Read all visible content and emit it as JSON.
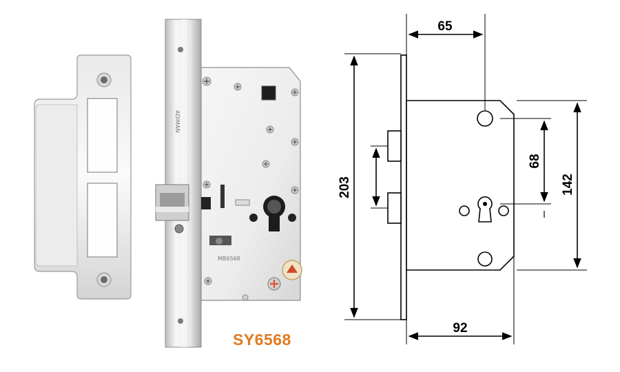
{
  "product": {
    "model_label": "SY6568",
    "body_engraving": "MB6568",
    "faceplate_engraving": "ADIMAN"
  },
  "drawing": {
    "dimensions": [
      {
        "id": "backset",
        "value": "65"
      },
      {
        "id": "overall-height",
        "value": "203"
      },
      {
        "id": "center-distance",
        "value": "68"
      },
      {
        "id": "case-height",
        "value": "142"
      },
      {
        "id": "case-width",
        "value": "92"
      }
    ]
  },
  "colors": {
    "accent": "#e07a1f",
    "steel_light": "#f4f4f4",
    "steel_mid": "#c9c9c9",
    "line": "#000000"
  }
}
